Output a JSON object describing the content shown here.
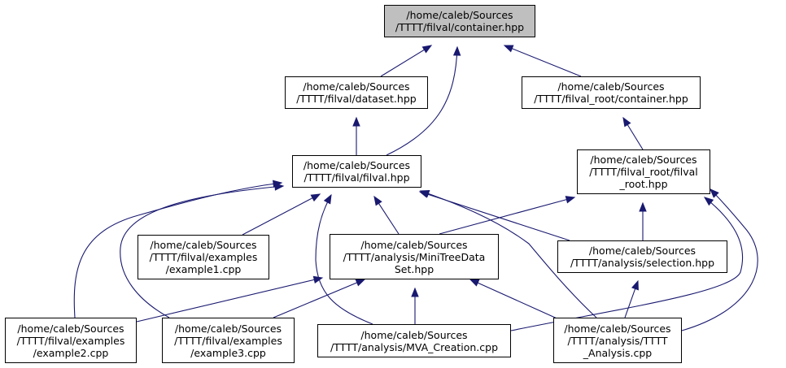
{
  "graph": {
    "edge_color": "#191970",
    "current_fill": "#bfbfbf",
    "nodes": [
      {
        "id": "container",
        "lines": [
          "/home/caleb/Sources",
          "/TTTT/filval/container.hpp"
        ],
        "current": true
      },
      {
        "id": "dataset",
        "lines": [
          "/home/caleb/Sources",
          "/TTTT/filval/dataset.hpp"
        ]
      },
      {
        "id": "root_container",
        "lines": [
          "/home/caleb/Sources",
          "/TTTT/filval_root/container.hpp"
        ]
      },
      {
        "id": "filval",
        "lines": [
          "/home/caleb/Sources",
          "/TTTT/filval/filval.hpp"
        ]
      },
      {
        "id": "filval_root",
        "lines": [
          "/home/caleb/Sources",
          "/TTTT/filval_root/filval",
          "_root.hpp"
        ]
      },
      {
        "id": "example1",
        "lines": [
          "/home/caleb/Sources",
          "/TTTT/filval/examples",
          "/example1.cpp"
        ]
      },
      {
        "id": "minitree",
        "lines": [
          "/home/caleb/Sources",
          "/TTTT/analysis/MiniTreeData",
          "Set.hpp"
        ]
      },
      {
        "id": "selection",
        "lines": [
          "/home/caleb/Sources",
          "/TTTT/analysis/selection.hpp"
        ]
      },
      {
        "id": "example2",
        "lines": [
          "/home/caleb/Sources",
          "/TTTT/filval/examples",
          "/example2.cpp"
        ]
      },
      {
        "id": "example3",
        "lines": [
          "/home/caleb/Sources",
          "/TTTT/filval/examples",
          "/example3.cpp"
        ]
      },
      {
        "id": "mva",
        "lines": [
          "/home/caleb/Sources",
          "/TTTT/analysis/MVA_Creation.cpp"
        ]
      },
      {
        "id": "tttt",
        "lines": [
          "/home/caleb/Sources",
          "/TTTT/analysis/TTTT",
          "_Analysis.cpp"
        ]
      }
    ],
    "edges": [
      {
        "from": "dataset",
        "to": "container"
      },
      {
        "from": "root_container",
        "to": "container"
      },
      {
        "from": "filval",
        "to": "container"
      },
      {
        "from": "filval",
        "to": "dataset"
      },
      {
        "from": "filval_root",
        "to": "root_container"
      },
      {
        "from": "example1",
        "to": "filval"
      },
      {
        "from": "example2",
        "to": "filval"
      },
      {
        "from": "example3",
        "to": "filval"
      },
      {
        "from": "mva",
        "to": "filval"
      },
      {
        "from": "minitree",
        "to": "filval"
      },
      {
        "from": "tttt",
        "to": "filval"
      },
      {
        "from": "selection",
        "to": "filval"
      },
      {
        "from": "minitree",
        "to": "filval_root"
      },
      {
        "from": "selection",
        "to": "filval_root"
      },
      {
        "from": "mva",
        "to": "filval_root"
      },
      {
        "from": "tttt",
        "to": "filval_root"
      },
      {
        "from": "example2",
        "to": "minitree"
      },
      {
        "from": "example3",
        "to": "minitree"
      },
      {
        "from": "mva",
        "to": "minitree"
      },
      {
        "from": "tttt",
        "to": "minitree"
      },
      {
        "from": "tttt",
        "to": "selection"
      }
    ]
  }
}
